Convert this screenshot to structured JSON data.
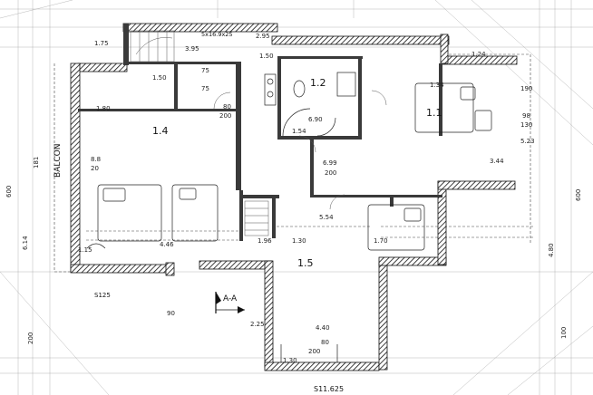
{
  "rooms": {
    "r14": "1.4",
    "r11": "1.1",
    "r12": "1.2",
    "r15": "1.5"
  },
  "labels": {
    "balcon": "BALCON",
    "section": "A-A",
    "bottom_level": "S11.625",
    "bottom_left_level": "S125",
    "top_stair": "5x16.9x25"
  },
  "dims": {
    "d_top_295": "2.95",
    "d_top_385": "3.95",
    "d_top_175": "1.75",
    "d_top_124": "1.24",
    "d_150a": "1.50",
    "d_150b": "1.50",
    "d_134": "1.34",
    "d_75a": "75",
    "d_75b": "75",
    "d_80": "80",
    "d_200a": "200",
    "d_180": "1.80",
    "d_690": "6.90",
    "d_154": "1.54",
    "d_699": "6.99",
    "d_200b": "200",
    "d_88": "8.8",
    "d_20": "20",
    "d_554": "5.54",
    "d_446": "4.46",
    "d_196": "1.96",
    "d_130": "1.30",
    "d_170": "1.70",
    "d_344": "3.44",
    "d_440": "4.40",
    "d_225": "2.25",
    "d_80b": "80",
    "d_200c": "200",
    "d_190": "190",
    "d_130b": "130",
    "d_98": "98",
    "d_523": "5.23",
    "d_600l": "600",
    "d_600r": "600",
    "d_181": "181",
    "d_480": "4.80",
    "d_614": "6.14",
    "d_200l": "200",
    "d_100": "100",
    "d_90": "90",
    "d_115": "1.15",
    "d_130c": "1.30"
  }
}
